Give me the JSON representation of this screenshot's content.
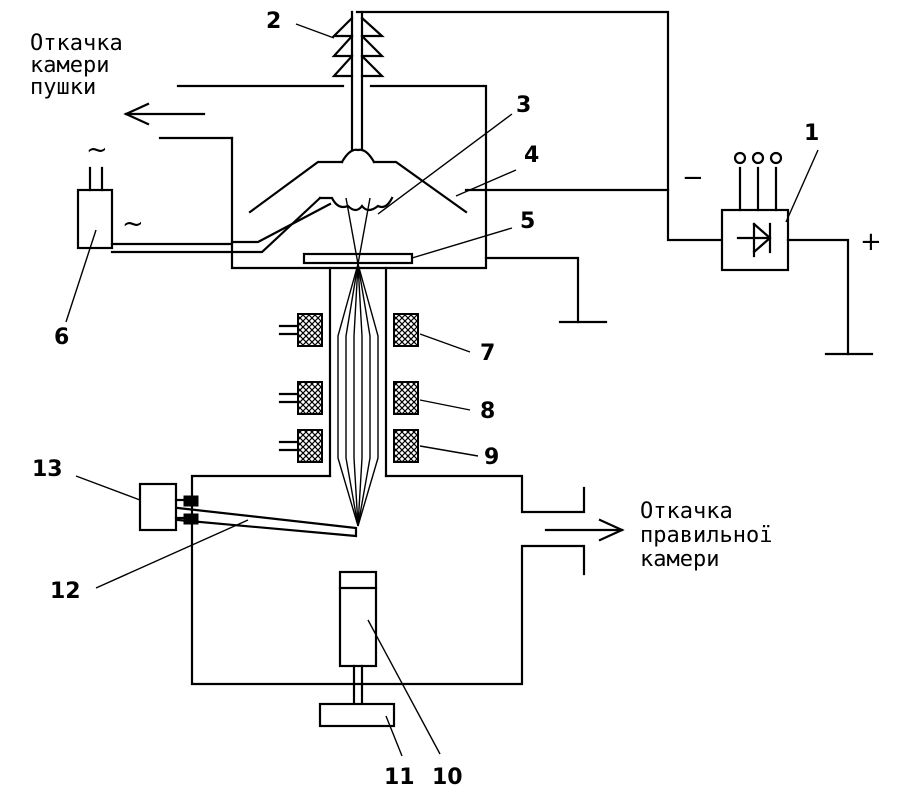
{
  "labels": {
    "gun_pump_line1": "Откачка",
    "gun_pump_line2": "камери",
    "gun_pump_line3": "пушки",
    "work_pump_line1": "Откачка",
    "work_pump_line2": "правильної",
    "work_pump_line3": "камери"
  },
  "symbols": {
    "minus": "−",
    "plus": "+",
    "ac_top": "~",
    "ac_side": "~"
  },
  "numbers": {
    "n1": "1",
    "n2": "2",
    "n3": "3",
    "n4": "4",
    "n5": "5",
    "n6": "6",
    "n7": "7",
    "n8": "8",
    "n9": "9",
    "n10": "10",
    "n11": "11",
    "n12": "12",
    "n13": "13"
  }
}
